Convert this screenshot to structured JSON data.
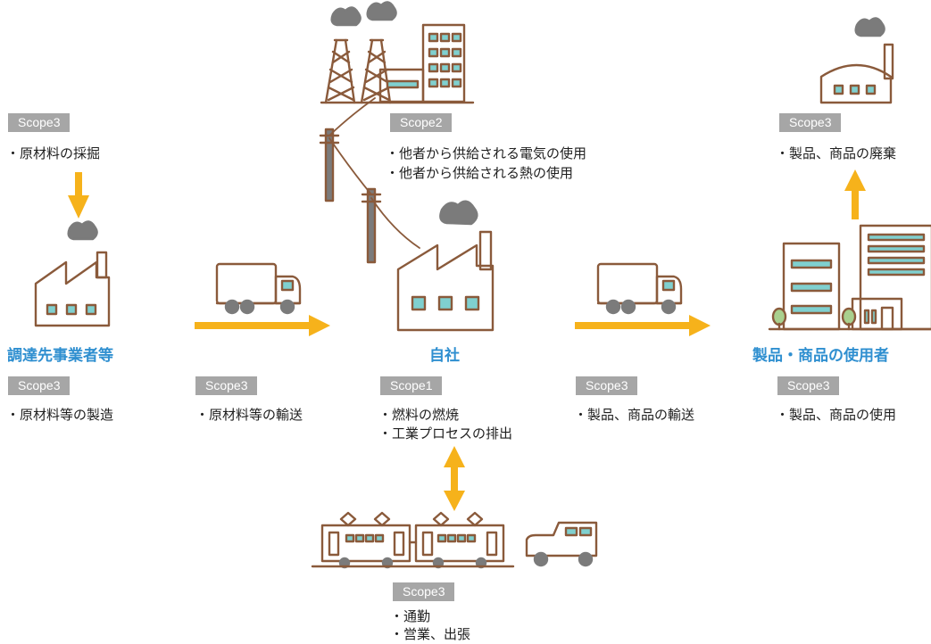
{
  "colors": {
    "outline": "#8a5a3b",
    "smoke": "#7b7b7b",
    "window": "#7fd0cf",
    "arrow": "#f6b21b",
    "title": "#2f8fd0",
    "tag_bg": "#a6a6a6"
  },
  "icons": [
    "factory-icon",
    "power-plant-icon",
    "utility-pole-icon",
    "truck-icon",
    "train-icon",
    "car-icon",
    "building-icon",
    "tree-icon",
    "disposal-factory-icon"
  ],
  "suppliers": {
    "title": "調達先事業者等",
    "top_tag": "Scope3",
    "top_items": [
      "・原材料の採掘"
    ],
    "bottom_tag": "Scope3",
    "bottom_items": [
      "・原材料等の製造"
    ]
  },
  "inbound": {
    "tag": "Scope3",
    "items": [
      "・原材料等の輸送"
    ]
  },
  "company": {
    "title": "自社",
    "tag": "Scope1",
    "items": [
      "・燃料の燃焼",
      "・工業プロセスの排出"
    ]
  },
  "energy": {
    "tag": "Scope2",
    "items": [
      "・他者から供給される電気の使用",
      "・他者から供給される熱の使用"
    ]
  },
  "outbound": {
    "tag": "Scope3",
    "items": [
      "・製品、商品の輸送"
    ]
  },
  "users": {
    "title": "製品・商品の使用者",
    "tag": "Scope3",
    "items": [
      "・製品、商品の使用"
    ]
  },
  "disposal": {
    "tag": "Scope3",
    "items": [
      "・製品、商品の廃棄"
    ]
  },
  "commute": {
    "tag": "Scope3",
    "items": [
      "・通勤",
      "・営業、出張"
    ]
  }
}
